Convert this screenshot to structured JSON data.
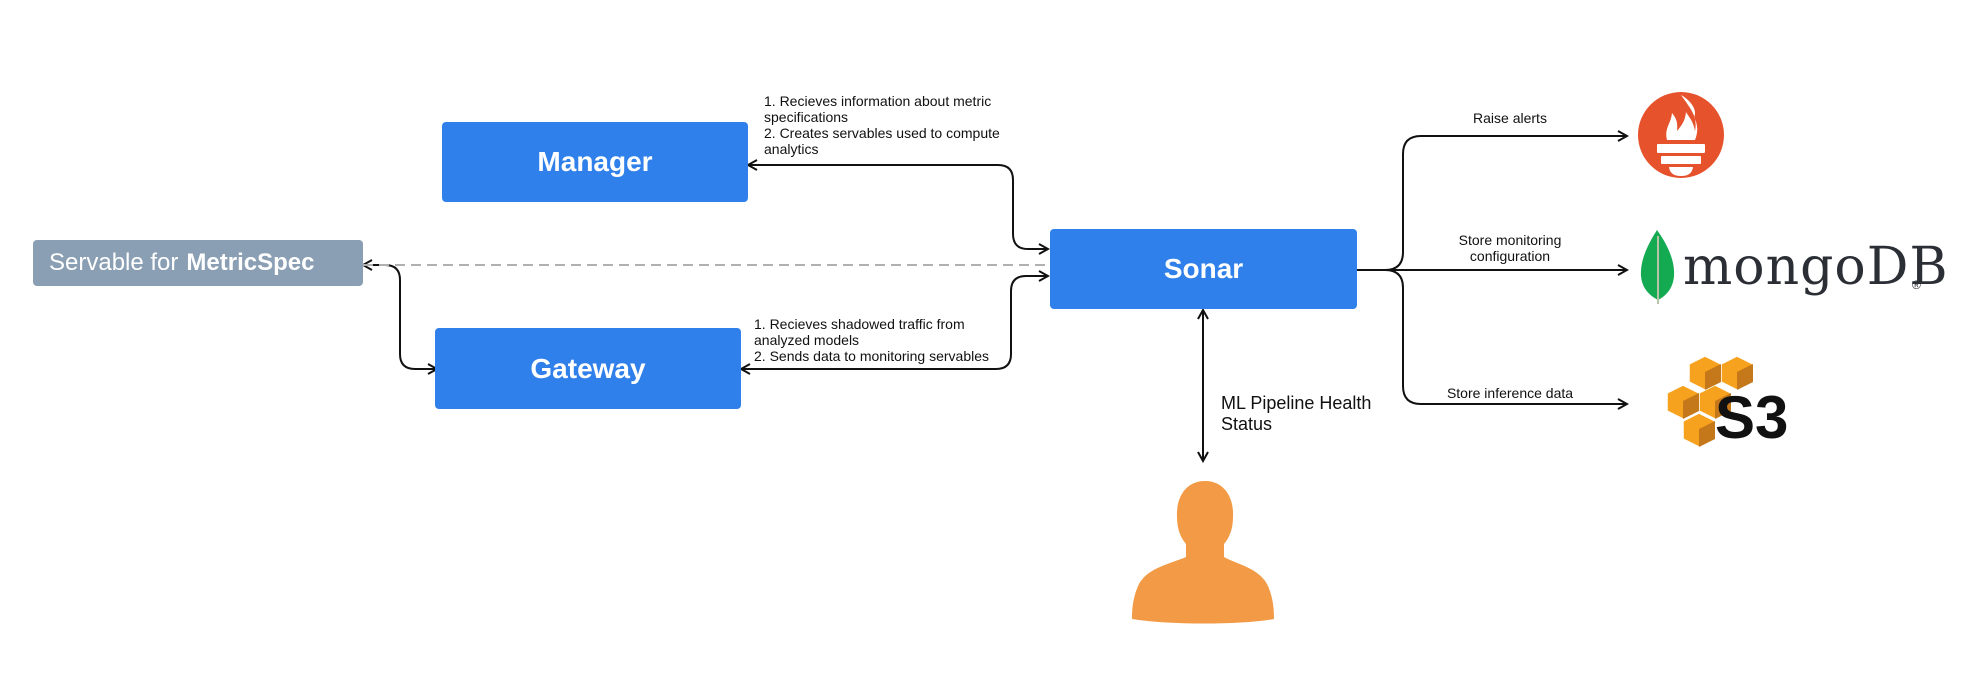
{
  "nodes": {
    "manager": "Manager",
    "sonar": "Sonar",
    "gateway": "Gateway",
    "servable": {
      "prefix": "Servable for",
      "bold": "MetricSpec"
    }
  },
  "notes": {
    "manager": [
      "1. Recieves information about metric",
      "specifications",
      "2. Creates servables used to compute",
      "analytics"
    ],
    "gateway": [
      "1. Recieves shadowed traffic from",
      "analyzed models",
      "2. Sends data to monitoring servables"
    ]
  },
  "edge_labels": {
    "raise_alerts": "Raise alerts",
    "store_monitoring": [
      "Store monitoring",
      "configuration"
    ],
    "store_inference": "Store inference data",
    "health": [
      "ML Pipeline Health",
      "Status"
    ]
  },
  "logos": {
    "prometheus": "prometheus-logo",
    "mongodb": {
      "text": "mongoDB",
      "reg": "®"
    },
    "s3": {
      "text": "S3"
    }
  },
  "colors": {
    "box": "#2f80ea",
    "servable": "#8a9fb3",
    "prometheus": "#e6522c",
    "mongo_leaf": "#13aa52",
    "aws_orange": "#f7a21e",
    "user": "#f29a45"
  }
}
